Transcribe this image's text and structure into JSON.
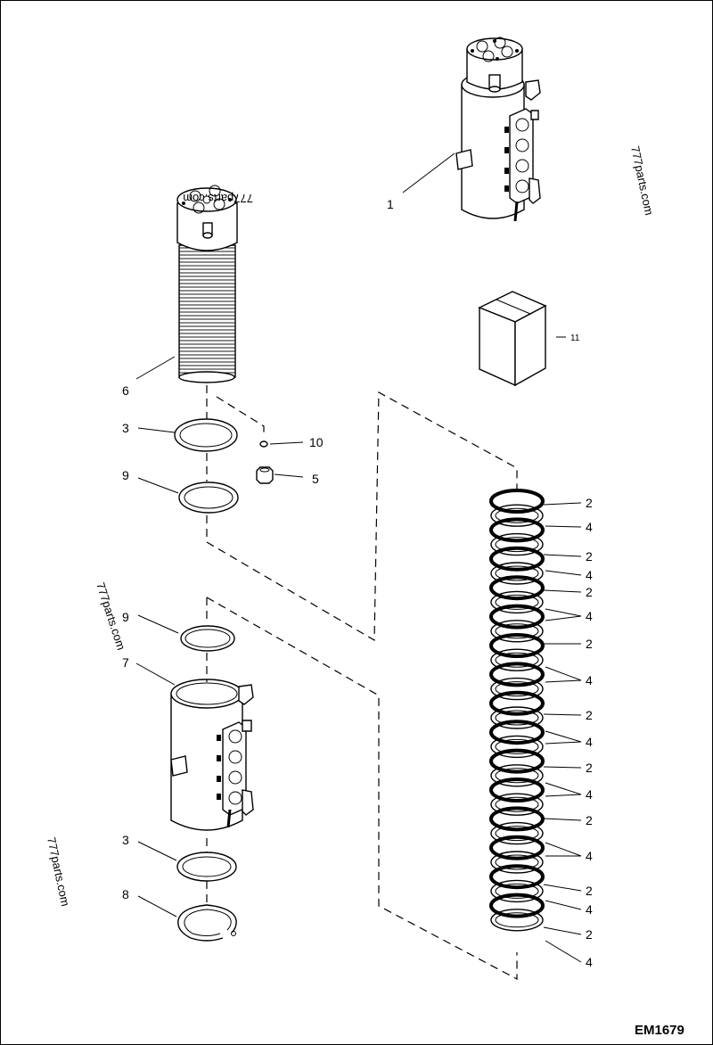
{
  "diagram": {
    "drawing_code": "EM1679",
    "watermark": "777parts.com",
    "callouts": {
      "c1": "1",
      "c2": "2",
      "c3": "3",
      "c4": "4",
      "c5": "5",
      "c6": "6",
      "c7": "7",
      "c8": "8",
      "c9": "9",
      "c10": "10",
      "c11": "11"
    },
    "colors": {
      "line": "#000000",
      "background": "#ffffff"
    }
  }
}
